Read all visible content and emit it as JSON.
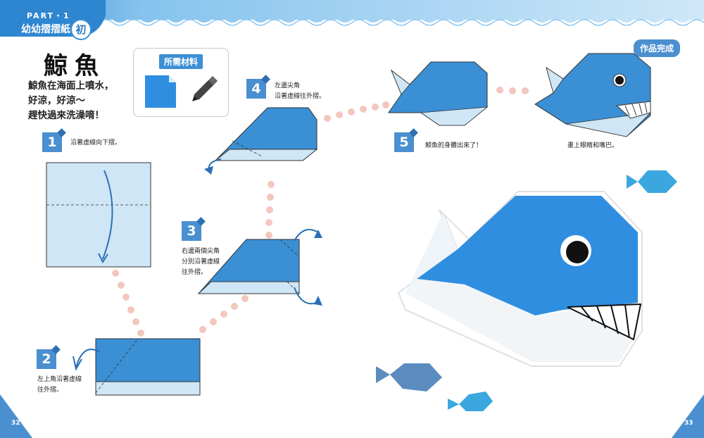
{
  "header": {
    "part_label": "PART・1",
    "part_title": "幼幼摺摺紙",
    "level_badge": "初"
  },
  "title": "鯨魚",
  "intro_lines": [
    "鯨魚在海面上噴水，",
    "好涼，好涼～",
    "趕快過來洗澡唷！"
  ],
  "materials": {
    "title": "所需材料",
    "items": [
      {
        "icon": "origami-paper-icon"
      },
      {
        "icon": "marker-pen-icon"
      }
    ]
  },
  "steps": [
    {
      "num": "1",
      "lines": [
        "沿著虛線向下摺。"
      ]
    },
    {
      "num": "2",
      "lines": [
        "左上角沿著虛線",
        "往外摺。"
      ]
    },
    {
      "num": "3",
      "lines": [
        "右邊兩個尖角",
        "分別沿著虛線",
        "往外摺。"
      ]
    },
    {
      "num": "4",
      "lines": [
        "左邊尖角",
        "沿著虛線往外摺。"
      ]
    },
    {
      "num": "5",
      "lines": [
        "鯨魚的身體出來了！"
      ]
    }
  ],
  "final_step_text": "畫上眼睛和嘴巴。",
  "done_badge": "作品完成",
  "page_numbers": {
    "left": "32",
    "right": "33"
  },
  "colors": {
    "accent": "#4a8fd0",
    "paper_blue": "#3b8fd4",
    "paper_light": "#cfe6f6",
    "dots": "#f3c7be"
  }
}
